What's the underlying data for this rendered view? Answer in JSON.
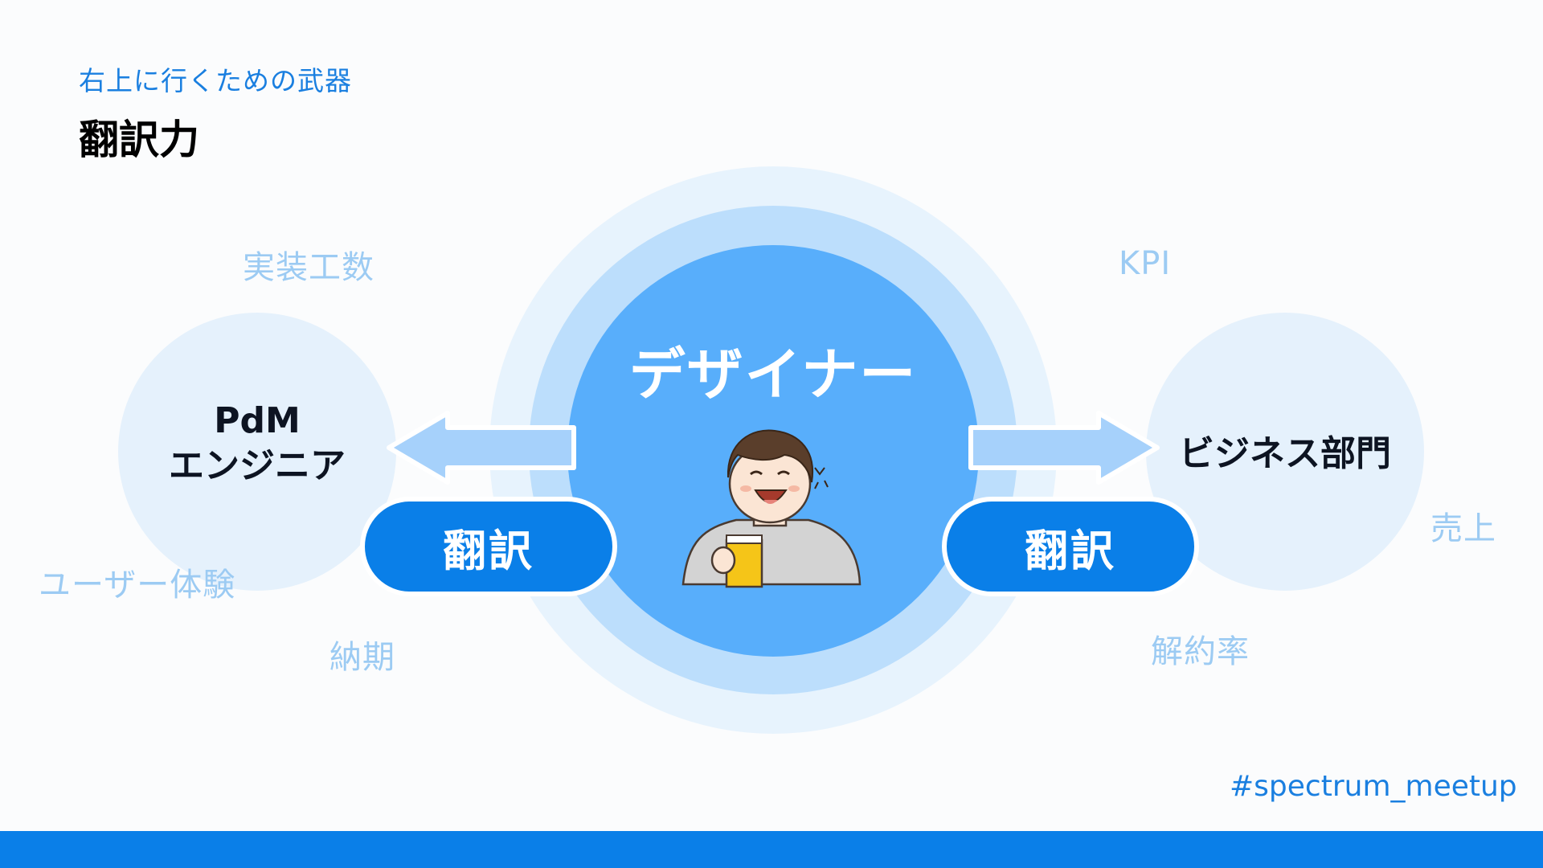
{
  "header": {
    "subtitle": "右上に行くための武器",
    "title": "翻訳力"
  },
  "center": {
    "label": "デザイナー",
    "illustration": "smiling-person-with-beer-illustration"
  },
  "nodes": {
    "left": {
      "line1": "PdM",
      "line2": "エンジニア"
    },
    "right": {
      "label": "ビジネス部門"
    }
  },
  "pills": {
    "left": "翻訳",
    "right": "翻訳"
  },
  "keywords": {
    "left": [
      "実装工数",
      "ユーザー体験",
      "納期"
    ],
    "right": [
      "KPI",
      "売上",
      "解約率"
    ]
  },
  "footer": {
    "hashtag": "#spectrum_meetup"
  },
  "colors": {
    "primary": "#0a7fe8",
    "accent_text": "#1a7fe0",
    "keyword": "#9ccbf3",
    "ring_outer": "#e7f3fd",
    "ring_middle": "#bcdefc",
    "ring_inner": "#58aefb",
    "side_circle": "#e5f1fc",
    "arrow": "#a6d1fb"
  }
}
